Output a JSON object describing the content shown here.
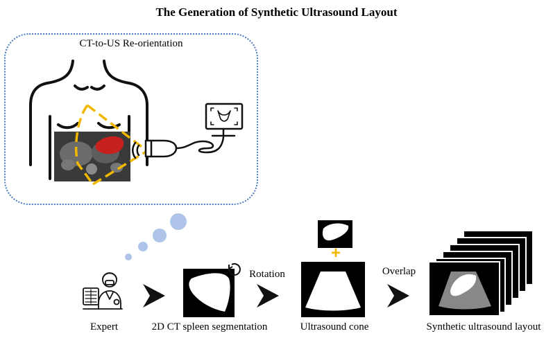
{
  "title": "The Generation of Synthetic Ultrasound Layout",
  "reorientation": {
    "label": "CT-to-US Re-orientation"
  },
  "pipeline": {
    "expert": "Expert",
    "segmentation": "2D CT spleen segmentation",
    "rotation": "Rotation",
    "cone": "Ultrasound cone",
    "overlap": "Overlap",
    "synthetic": "Synthetic ultrasound layout",
    "plus": "+"
  },
  "colors": {
    "dotted_border": "#4a78c2",
    "thought_bubble": "#aec4e8",
    "scan_plane": "#f2b800",
    "spleen": "#c8201e",
    "arrow": "#111111"
  }
}
